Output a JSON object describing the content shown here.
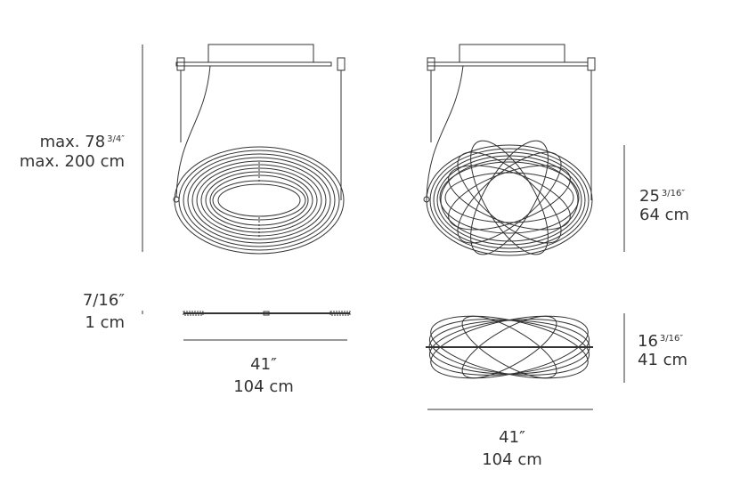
{
  "dimensions": {
    "overall_height": {
      "imperial_prefix": "max. 78",
      "imperial_fraction": "3/4″",
      "metric": "max. 200 cm"
    },
    "ring_thickness": {
      "imperial": "7/16″",
      "metric": "1 cm"
    },
    "ring_width": {
      "imperial": "41″",
      "metric": "104 cm"
    },
    "cage_height_front": {
      "imperial_whole": "25",
      "imperial_fraction": "3/16″",
      "metric": "64 cm"
    },
    "cage_height_side": {
      "imperial_whole": "16",
      "imperial_fraction": "3/16″",
      "metric": "41 cm"
    },
    "cage_width": {
      "imperial": "41″",
      "metric": "104 cm"
    }
  },
  "colors": {
    "line": "#333333",
    "text": "#333333"
  }
}
